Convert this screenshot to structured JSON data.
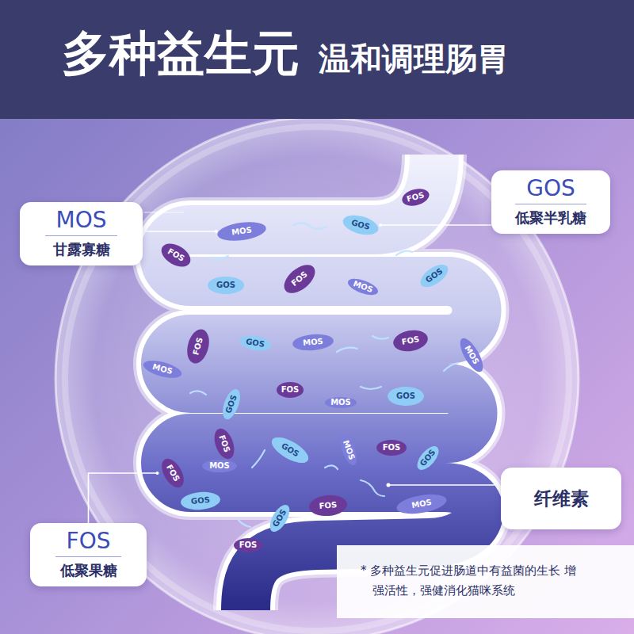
{
  "diagram": {
    "title": "多种益生元",
    "caption": "* 多种益生元促进肠道中有益菌的生长 增强活性，强健消化猫咪系统",
    "nodes": [
      {
        "text": [
          "MOS",
          "甘露寡糖"
        ]
      },
      {
        "text": [
          "GOS",
          "低聚半乳糖"
        ]
      },
      {
        "text": [
          "FOS",
          "低聚果糖"
        ]
      },
      {
        "text": [
          "纤维素"
        ]
      },
      {
        "text": [
          "MOS"
        ]
      },
      {
        "text": [
          "FOS"
        ]
      },
      {
        "text": [
          "GOS"
        ]
      },
      {
        "text": [
          "FOS"
        ]
      },
      {
        "text": [
          "GOS"
        ]
      },
      {
        "text": [
          "FOS"
        ]
      },
      {
        "text": [
          "MOS"
        ]
      },
      {
        "text": [
          "GOS"
        ]
      },
      {
        "text": [
          "FOS"
        ]
      },
      {
        "text": [
          "GOS"
        ]
      },
      {
        "text": [
          "MOS"
        ]
      },
      {
        "text": [
          "FOS"
        ]
      },
      {
        "text": [
          "MOS"
        ]
      },
      {
        "text": [
          "MOS"
        ]
      },
      {
        "text": [
          "FOS"
        ]
      },
      {
        "text": [
          "GOS"
        ]
      },
      {
        "text": [
          "GOS"
        ]
      },
      {
        "text": [
          "MOS"
        ]
      },
      {
        "text": [
          "FOS"
        ]
      },
      {
        "text": [
          "GOS"
        ]
      },
      {
        "text": [
          "MOS"
        ]
      },
      {
        "text": [
          "FOS"
        ]
      },
      {
        "text": [
          "GOS"
        ]
      },
      {
        "text": [
          "FOS"
        ]
      },
      {
        "text": [
          "MOS"
        ]
      },
      {
        "text": [
          "GOS"
        ]
      },
      {
        "text": [
          "FOS"
        ]
      },
      {
        "text": [
          "MOS"
        ]
      },
      {
        "text": [
          "GOS"
        ]
      },
      {
        "text": [
          "FOS"
        ]
      }
    ],
    "edges": [
      {
        "from": 0,
        "to": 4,
        "arrow": "none"
      },
      {
        "from": 1,
        "to": 6,
        "arrow": "none"
      },
      {
        "from": 2,
        "to": 27,
        "arrow": "none"
      }
    ],
    "labels": [
      "温和调理肠胃"
    ]
  }
}
